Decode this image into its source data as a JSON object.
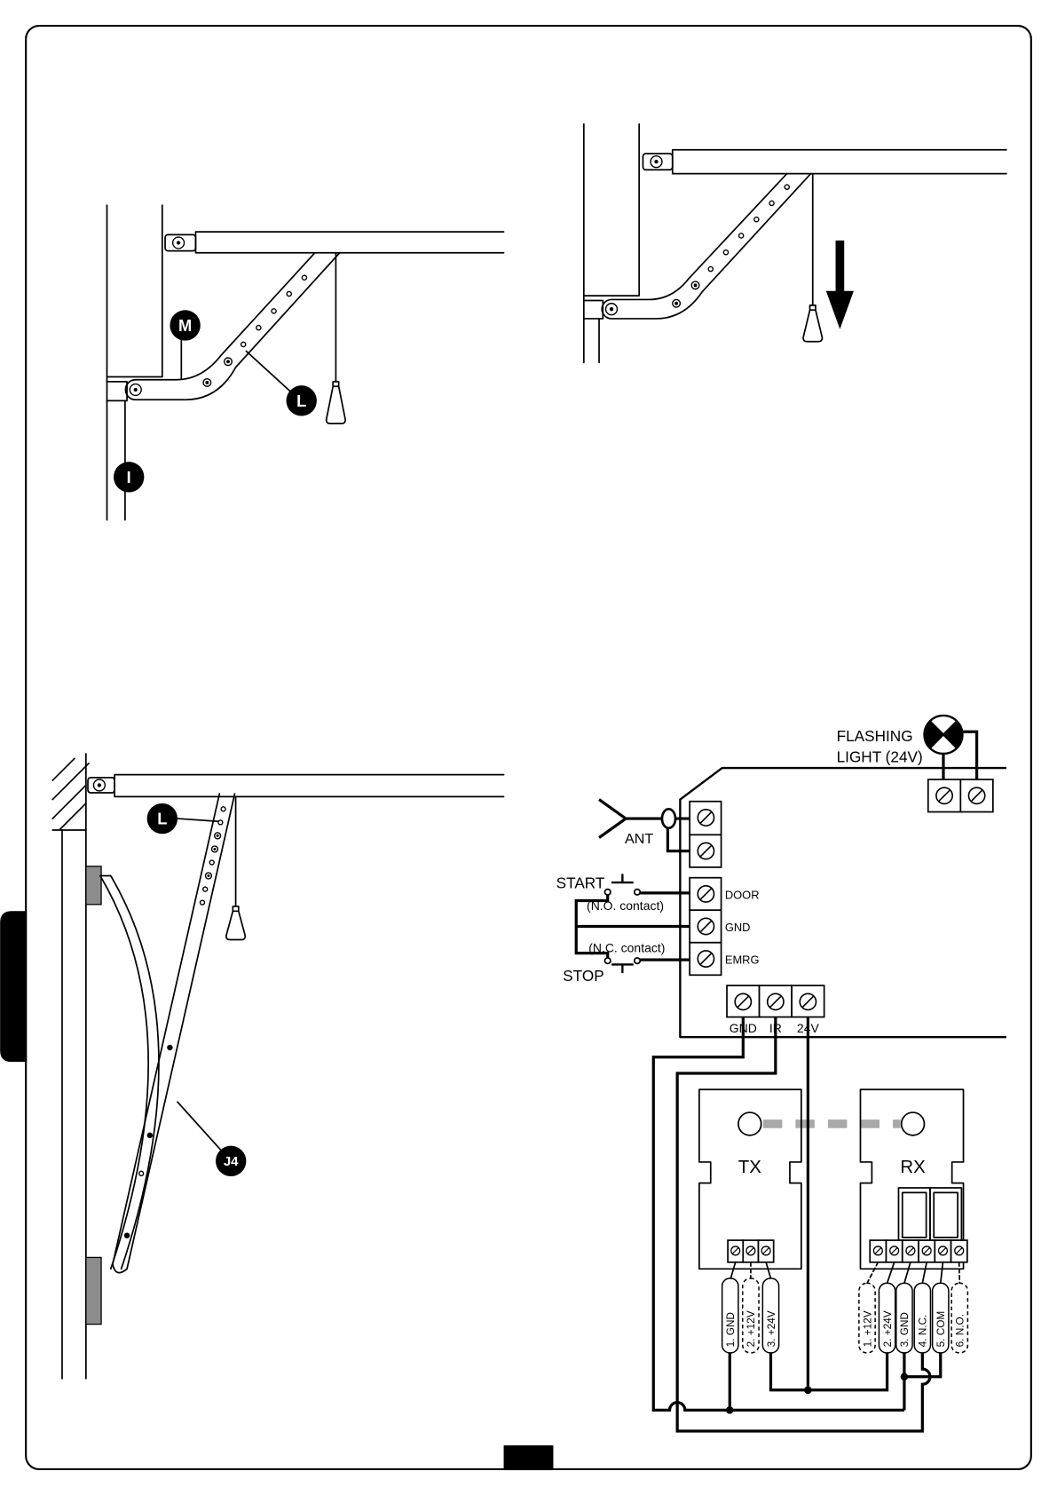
{
  "colors": {
    "ink": "#000000",
    "signal_beam": "#a9a9a9",
    "hinge": "#8c8c8c"
  },
  "icons": {
    "lamp": "flashing-light-icon",
    "antenna": "antenna-icon",
    "arrow": "down-arrow-icon",
    "terminal": "screw-terminal-icon"
  },
  "figure_top_left": {
    "callouts": {
      "m": "M",
      "l": "L",
      "i": "I"
    }
  },
  "figure_bottom_left": {
    "callouts": {
      "l": "L",
      "j4": "J4"
    }
  },
  "wiring": {
    "flashing_light": {
      "line1": "FLASHING",
      "line2": "LIGHT (24V)"
    },
    "antenna": "ANT",
    "start": {
      "label": "START",
      "contact": "(N.O. contact)"
    },
    "stop": {
      "label": "STOP",
      "contact": "(N.C. contact)"
    },
    "board_terminals": [
      "DOOR",
      "GND",
      "EMRG"
    ],
    "photocell_terminals": [
      "GND",
      "IR",
      "24V"
    ],
    "tx": {
      "label": "TX",
      "wires": [
        "1. GND",
        "2. +12V",
        "3. +24V"
      ]
    },
    "rx": {
      "label": "RX",
      "wires": [
        "1. +12V",
        "2. +24V",
        "3. GND",
        "4. N.C.",
        "5. COM",
        "6. N.O."
      ]
    }
  }
}
